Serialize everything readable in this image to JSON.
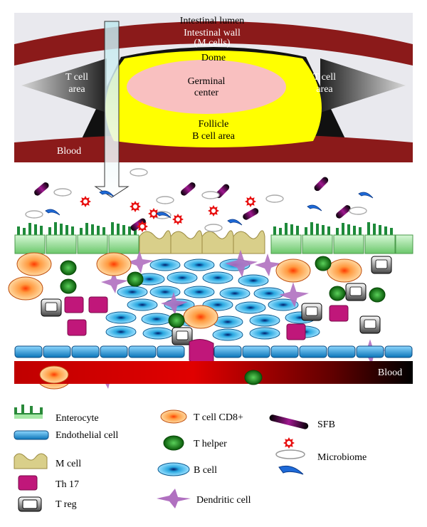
{
  "top_panel": {
    "lumen": "Intestinal lumen",
    "wall_line1": "Intestinal wall",
    "wall_line2": "(M cells)",
    "dome": "Dome",
    "germinal_line1": "Germinal",
    "germinal_line2": "center",
    "tcell_left_line1": "T cell",
    "tcell_left_line2": "area",
    "tcell_right_line1": "T cell",
    "tcell_right_line2": "area",
    "follicle_line1": "Follicle",
    "follicle_line2": "B cell area",
    "blood": "Blood"
  },
  "bottom_panel": {
    "blood": "Blood"
  },
  "legend": {
    "enterocyte": "Enterocyte",
    "endothelial": "Endothelial cell",
    "m_cell": "M cell",
    "th17": "Th 17",
    "treg": "T reg",
    "tcd8": "T cell CD8+",
    "thelper": "T helper",
    "bcell": "B cell",
    "dendritic": "Dendritic cell",
    "sfb": "SFB",
    "microbiome": "Microbiome"
  },
  "colors": {
    "wall": "#8b1a1a",
    "follicle": "#ffff00",
    "germinal": "#f9c0c0",
    "enterocyte": "#a6e8a6",
    "villi": "#1e8a3a",
    "m_cell": "#d9cf8a",
    "endothelial": "#1e9ed8",
    "th17": "#c0177a",
    "thelper": "#1a8a1a",
    "bcell": "#2aa8e0",
    "dendritic": "#b070c0",
    "tcd8": "#f07a20",
    "blood": "#c80000",
    "sfb": "#6a1060",
    "microbe_red": "#e81010",
    "microbe_blue": "#1e6ad8"
  }
}
